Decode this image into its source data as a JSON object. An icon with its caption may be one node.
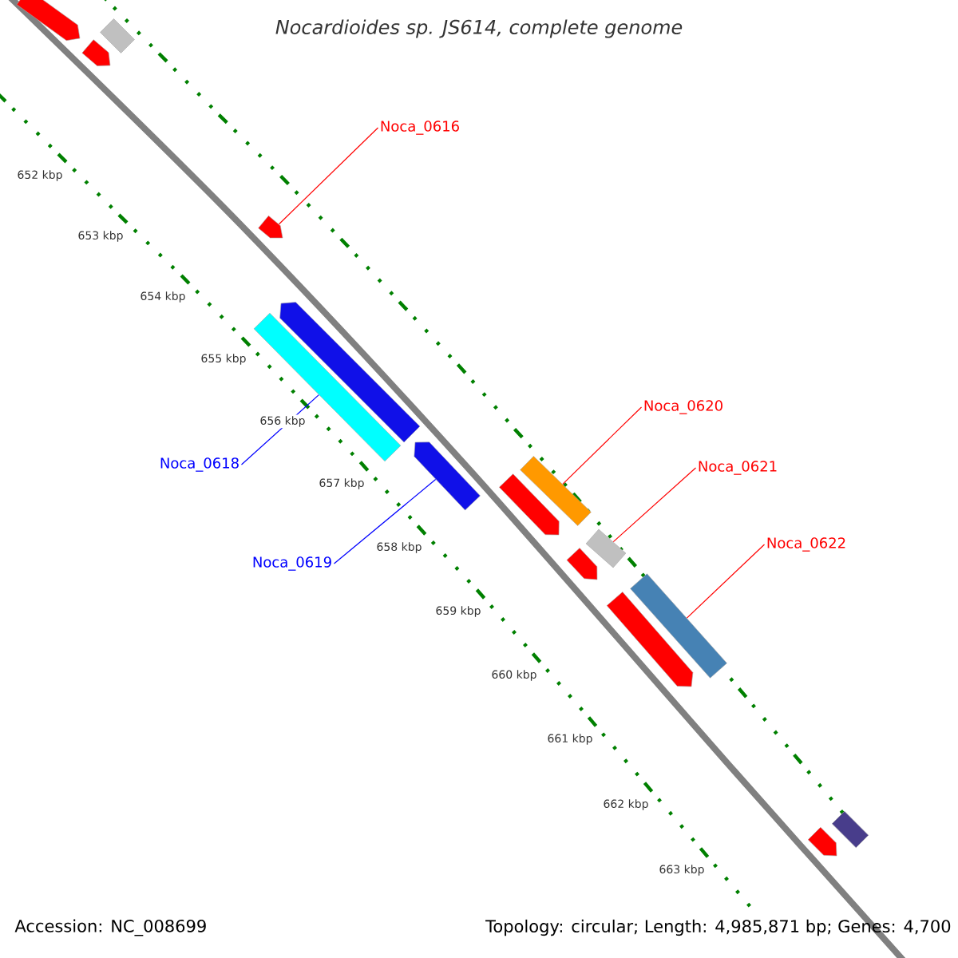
{
  "diagram": {
    "title": "Nocardioides sp. JS614, complete genome",
    "nodes": [
      {
        "text": [],
        "shape": "arrow"
      },
      {
        "text": [],
        "shape": "bar"
      },
      {
        "text": [],
        "shape": "arrow"
      },
      {
        "text": [
          "Noca_0616"
        ]
      },
      {
        "text": [],
        "shape": "arrow"
      },
      {
        "text": [],
        "shape": "arrow"
      },
      {
        "text": [],
        "shape": "bar"
      },
      {
        "text": [
          "Noca_0618"
        ]
      },
      {
        "text": [],
        "shape": "arrow"
      },
      {
        "text": [
          "Noca_0620"
        ]
      },
      {
        "text": [],
        "shape": "bar"
      },
      {
        "text": [],
        "shape": "arrow"
      },
      {
        "text": [
          "Noca_0621"
        ]
      },
      {
        "text": [
          "Noca_0619"
        ]
      },
      {
        "text": [],
        "shape": "bar"
      },
      {
        "text": [],
        "shape": "arrow"
      },
      {
        "text": [
          "Noca_0622"
        ]
      },
      {
        "text": [],
        "shape": "bar"
      },
      {
        "text": [],
        "shape": "arrow"
      },
      {
        "text": [],
        "shape": "bar"
      },
      {
        "text": [],
        "shape": "arrow"
      }
    ],
    "edges": [
      {
        "from": 3,
        "to": 4,
        "arrow": "none"
      },
      {
        "from": 7,
        "to": 6,
        "arrow": "none",
        "color": "#0000ff"
      },
      {
        "from": 13,
        "to": 8,
        "arrow": "none",
        "color": "#0000ff"
      },
      {
        "from": 9,
        "to": 10,
        "arrow": "none"
      },
      {
        "from": 12,
        "to": 14,
        "arrow": "none"
      },
      {
        "from": 16,
        "to": 17,
        "arrow": "none"
      }
    ],
    "labels": [
      "652 kbp",
      "653 kbp",
      "654 kbp",
      "655 kbp",
      "656 kbp",
      "657 kbp",
      "658 kbp",
      "659 kbp",
      "660 kbp",
      "661 kbp",
      "662 kbp",
      "663 kbp",
      "Accession: NC_008699",
      "Topology: circular; Length: 4,985,871 bp; Genes: 4,700"
    ]
  }
}
